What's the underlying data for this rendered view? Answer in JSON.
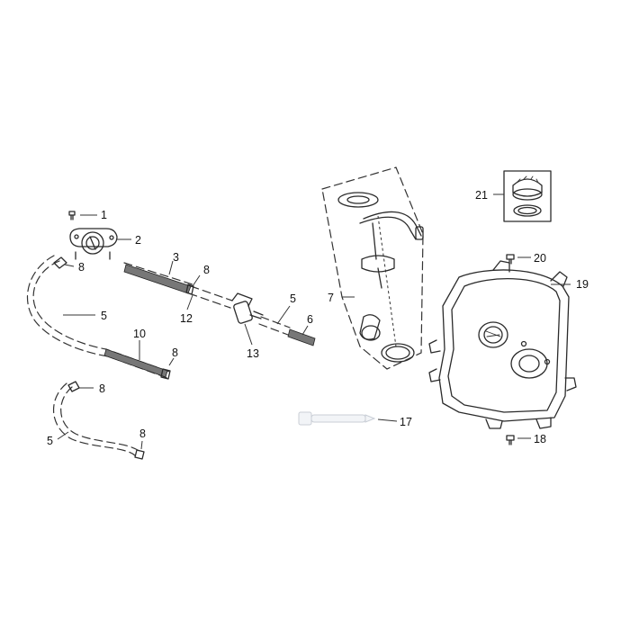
{
  "callouts": [
    {
      "id": "c1",
      "number": "1"
    },
    {
      "id": "c2",
      "number": "2"
    },
    {
      "id": "c3",
      "number": "3"
    },
    {
      "id": "c5a",
      "number": "5"
    },
    {
      "id": "c5b",
      "number": "5"
    },
    {
      "id": "c5c",
      "number": "5"
    },
    {
      "id": "c6",
      "number": "6"
    },
    {
      "id": "c7",
      "number": "7"
    },
    {
      "id": "c8a",
      "number": "8"
    },
    {
      "id": "c8b",
      "number": "8"
    },
    {
      "id": "c8c",
      "number": "8"
    },
    {
      "id": "c8d",
      "number": "8"
    },
    {
      "id": "c8e",
      "number": "8"
    },
    {
      "id": "c10",
      "number": "10"
    },
    {
      "id": "c12",
      "number": "12"
    },
    {
      "id": "c13",
      "number": "13"
    },
    {
      "id": "c17",
      "number": "17"
    },
    {
      "id": "c18",
      "number": "18"
    },
    {
      "id": "c19",
      "number": "19"
    },
    {
      "id": "c20",
      "number": "20"
    },
    {
      "id": "c21",
      "number": "21"
    }
  ]
}
